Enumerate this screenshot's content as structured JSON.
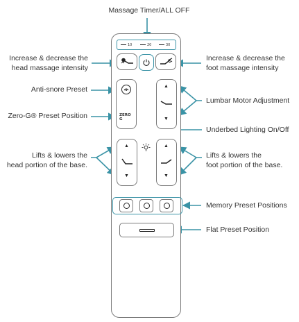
{
  "labels": {
    "massage_timer": "Massage Timer/ALL OFF",
    "head_massage_l1": "Increase & decrease the",
    "head_massage_l2": "head massage intensity",
    "foot_massage_l1": "Increase & decrease the",
    "foot_massage_l2": "foot massage intensity",
    "anti_snore": "Anti-snore Preset",
    "lumbar": "Lumbar Motor Adjustment",
    "zero_g": "Zero-G® Preset Position",
    "underbed": "Underbed Lighting On/Off",
    "head_lift_l1": "Lifts & lowers the",
    "head_lift_l2": "head portion of the base.",
    "foot_lift_l1": "Lifts & lowers the",
    "foot_lift_l2": "foot portion of the base.",
    "memory": "Memory Preset Positions",
    "flat": "Flat Preset Position"
  },
  "remote": {
    "timer_options": [
      "10",
      "20",
      "30"
    ],
    "zero_g_text": "ZERO G"
  },
  "colors": {
    "accent": "#3a93a6",
    "outline": "#7a7a7a",
    "text": "#333333"
  },
  "icons": {
    "power": "power-icon",
    "anti_snore": "anti-snore-icon",
    "zero_g": "zero-g-icon",
    "light": "light-bulb-icon",
    "up": "arrow-up-icon",
    "down": "arrow-down-icon"
  }
}
